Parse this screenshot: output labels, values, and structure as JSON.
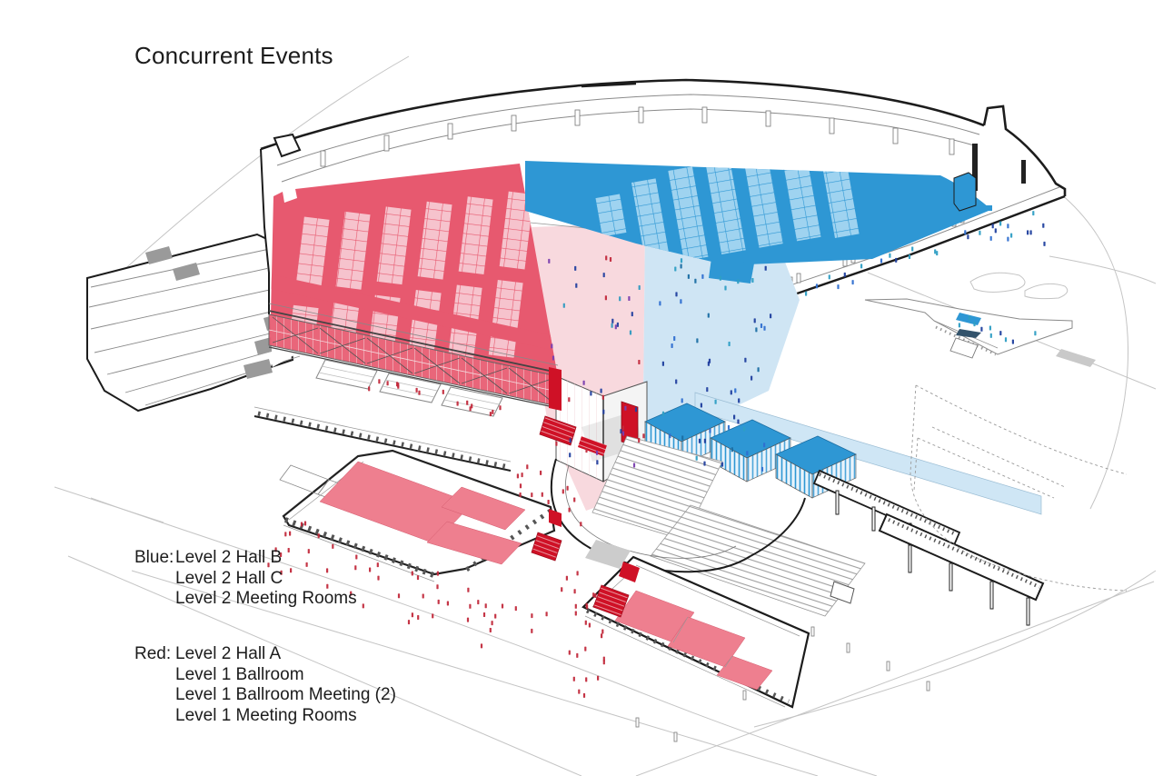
{
  "slide": {
    "title": "Concurrent Events"
  },
  "legend": {
    "blue": {
      "label": "Blue:",
      "items": [
        "Level 2 Hall B",
        "Level 2 Hall C",
        "Level 2 Meeting Rooms"
      ]
    },
    "red": {
      "label": "Red:",
      "items": [
        "Level 2 Hall A",
        "Level 1 Ballroom",
        "Level 1 Ballroom Meeting (2)",
        "Level 1 Meeting Rooms"
      ]
    }
  },
  "colors": {
    "hall_red": "#e7596f",
    "booth_pink": "#f6c3cd",
    "accent_red": "#cf1126",
    "ballroom_pink": "#ee7f8f",
    "pale_pink_floor": "#f8d9de",
    "hall_blue": "#2e97d4",
    "booth_light_blue": "#9fd3f0",
    "pale_blue_floor": "#cfe5f4",
    "glass_blue": "#cfe6f5",
    "outline_dark": "#1c1c1c",
    "context_gray": "#c4c4c4"
  }
}
